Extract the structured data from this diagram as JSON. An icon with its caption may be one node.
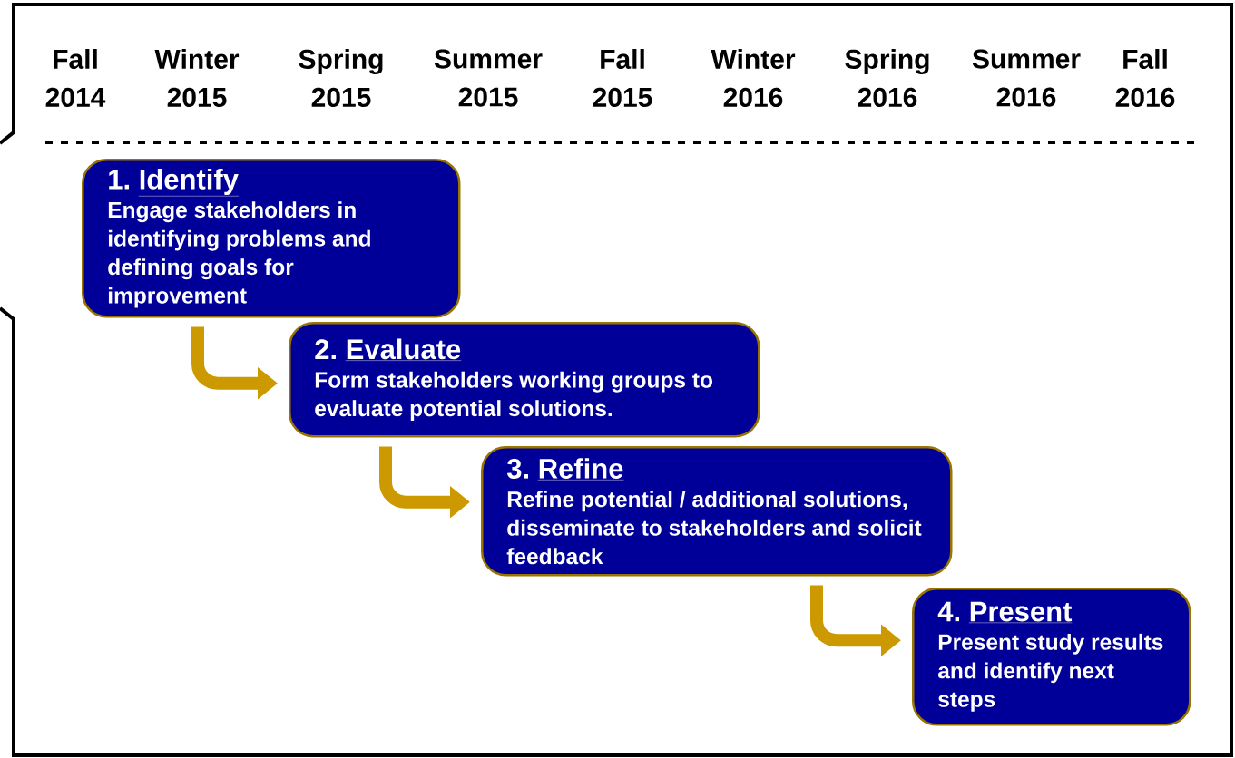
{
  "diagram": {
    "nodes": [
      {
        "text": [
          "1.",
          "Identify",
          "Engage stakeholders in identifying problems and defining goals for improvement"
        ]
      },
      {
        "text": [
          "2.",
          "Evaluate",
          "Form stakeholders working groups to evaluate potential solutions."
        ]
      },
      {
        "text": [
          "3.",
          "Refine",
          "Refine potential / additional solutions, disseminate to stakeholders and solicit feedback"
        ]
      },
      {
        "text": [
          "4.",
          "Present",
          "Present study results and identify next steps"
        ]
      }
    ],
    "edges": [
      {
        "from": 0,
        "to": 1,
        "arrow": "to"
      },
      {
        "from": 1,
        "to": 2,
        "arrow": "to"
      },
      {
        "from": 2,
        "to": 3,
        "arrow": "to"
      }
    ],
    "labels": [
      "Fall 2014",
      "Winter 2015",
      "Spring 2015",
      "Summer 2015",
      "Fall 2015",
      "Winter 2016",
      "Spring 2016",
      "Summer 2016",
      "Fall 2016"
    ]
  }
}
